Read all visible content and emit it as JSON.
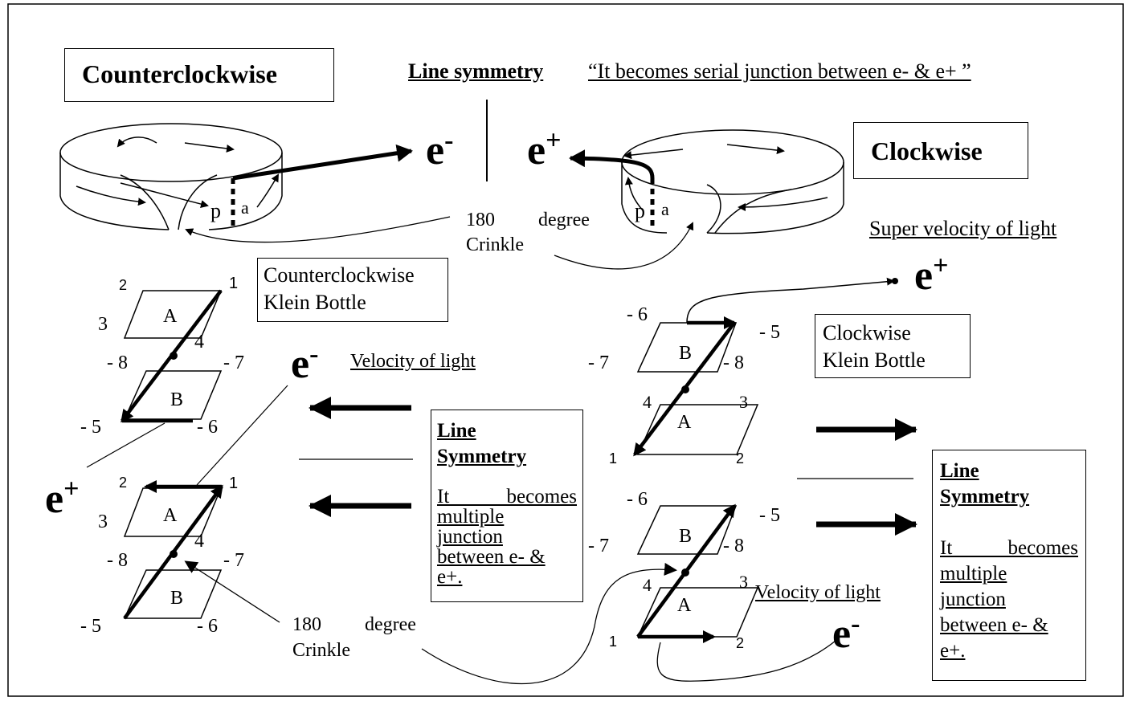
{
  "top": {
    "ccw_box": "Counterclockwise",
    "line_symmetry": "Line symmetry",
    "serial_quote": "“It becomes serial junction between e- & e+ ”",
    "cw_box": "Clockwise",
    "crinkle_180": "180 degree",
    "crinkle_word": "Crinkle",
    "super_velocity": "Super velocity of light"
  },
  "symbols": {
    "e": "e",
    "minus": "-",
    "plus": "+",
    "p": "p",
    "a": "a"
  },
  "left": {
    "klein_box_line1": "Counterclockwise",
    "klein_box_line2": "Klein Bottle",
    "velocity": "Velocity of light",
    "upper": {
      "A": "A",
      "B": "B",
      "n1": "1",
      "n2": "2",
      "n3": "3",
      "n4": "4",
      "m5": "- 5",
      "m6": "- 6",
      "m7": "- 7",
      "m8": "- 8"
    },
    "lower": {
      "A": "A",
      "B": "B",
      "n1": "1",
      "n2": "2",
      "n3": "3",
      "n4": "4",
      "m5": "- 5",
      "m6": "- 6",
      "m7": "- 7",
      "m8": "- 8"
    },
    "crinkle_180": "180 degree",
    "crinkle_word": "Crinkle"
  },
  "middle_box": {
    "title1": "Line",
    "title2": "Symmetry",
    "body": [
      "It becomes",
      "multiple",
      "junction",
      "between e- &",
      "e+."
    ]
  },
  "right": {
    "klein_box_line1": "Clockwise",
    "klein_box_line2": "Klein Bottle",
    "velocity": "Velocity of light",
    "upper": {
      "A": "A",
      "B": "B",
      "n1": "1",
      "n2": "2",
      "n3": "3",
      "n4": "4",
      "m5": "- 5",
      "m6": "- 6",
      "m7": "- 7",
      "m8": "- 8"
    },
    "lower": {
      "A": "A",
      "B": "B",
      "n1": "1",
      "n2": "2",
      "n3": "3",
      "n4": "4",
      "m5": "- 5",
      "m6": "- 6",
      "m7": "- 7",
      "m8": "- 8"
    }
  },
  "right_box": {
    "title1": "Line",
    "title2": "Symmetry",
    "body": [
      "It becomes",
      "multiple",
      "junction",
      "between e- &",
      "e+."
    ]
  }
}
